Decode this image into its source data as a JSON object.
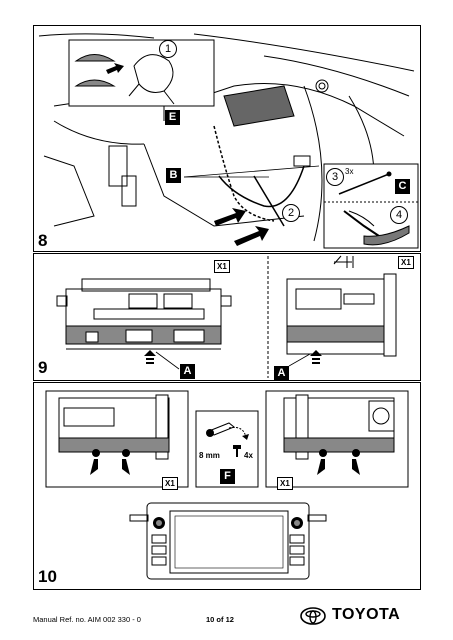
{
  "steps": {
    "s8": {
      "number": "8",
      "labels": {
        "e": "E",
        "b": "B",
        "c": "C"
      },
      "circles": [
        "1",
        "2",
        "3",
        "4"
      ],
      "count": "3x"
    },
    "s9": {
      "number": "9",
      "x1_left": "X1",
      "x1_right": "X1",
      "a_left": "A",
      "a_right": "A"
    },
    "s10": {
      "number": "10",
      "x1_left": "X1",
      "x1_right": "X1",
      "f": "F",
      "size": "8 mm",
      "count": "4x"
    }
  },
  "footer": {
    "manual_ref": "Manual Ref. no. AIM 002 330 - 0",
    "page": "10 of 12",
    "brand": "TOYOTA"
  }
}
